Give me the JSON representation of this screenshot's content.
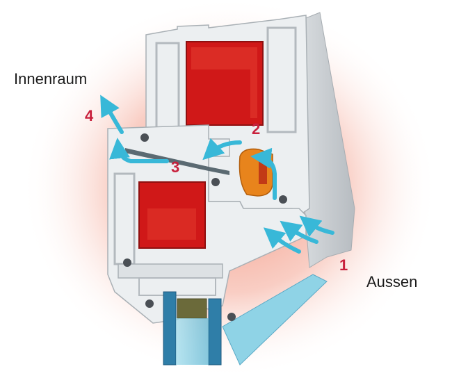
{
  "labels": {
    "inside": "Innenraum",
    "outside": "Aussen"
  },
  "steps": [
    "1",
    "2",
    "3",
    "4"
  ],
  "colors": {
    "glow": "#f08a72",
    "profile": "#e9ecee",
    "profile_shadow": "#b9bfc4",
    "steel_core": "#d01818",
    "gasket": "#e8841c",
    "arrow": "#38b8d8",
    "step_number": "#c8203c",
    "glass": "#6fc6dd",
    "glass_edge": "#3a86b0"
  }
}
